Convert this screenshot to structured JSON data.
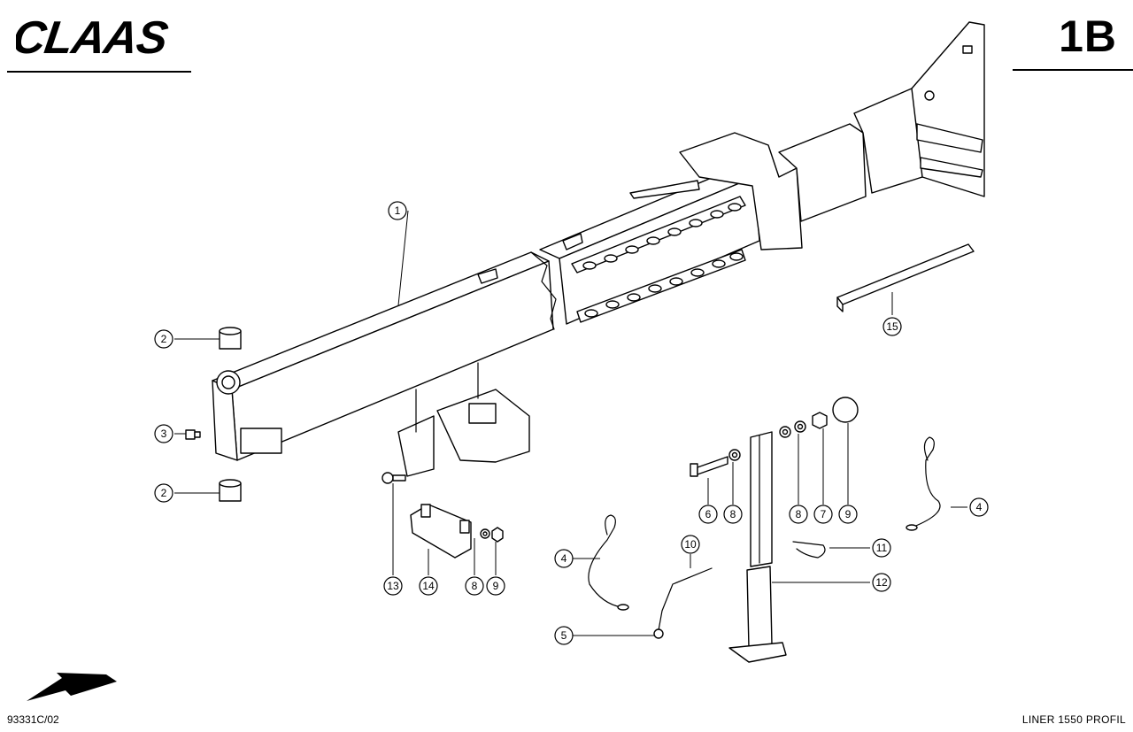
{
  "header": {
    "brand": "CLAAS",
    "page_code": "1B"
  },
  "footer": {
    "drawing_id": "93331C/02",
    "model": "LINER 1550 PROFIL"
  },
  "callouts": {
    "c1": "1",
    "c2a": "2",
    "c2b": "2",
    "c3": "3",
    "c4a": "4",
    "c4b": "4",
    "c5": "5",
    "c6": "6",
    "c7": "7",
    "c8a": "8",
    "c8b": "8",
    "c8c": "8",
    "c9a": "9",
    "c9b": "9",
    "c10": "10",
    "c11": "11",
    "c12": "12",
    "c13": "13",
    "c14": "14",
    "c15": "15"
  },
  "icons": {
    "logo": "claas-logo",
    "direction": "direction-arrow-icon"
  }
}
